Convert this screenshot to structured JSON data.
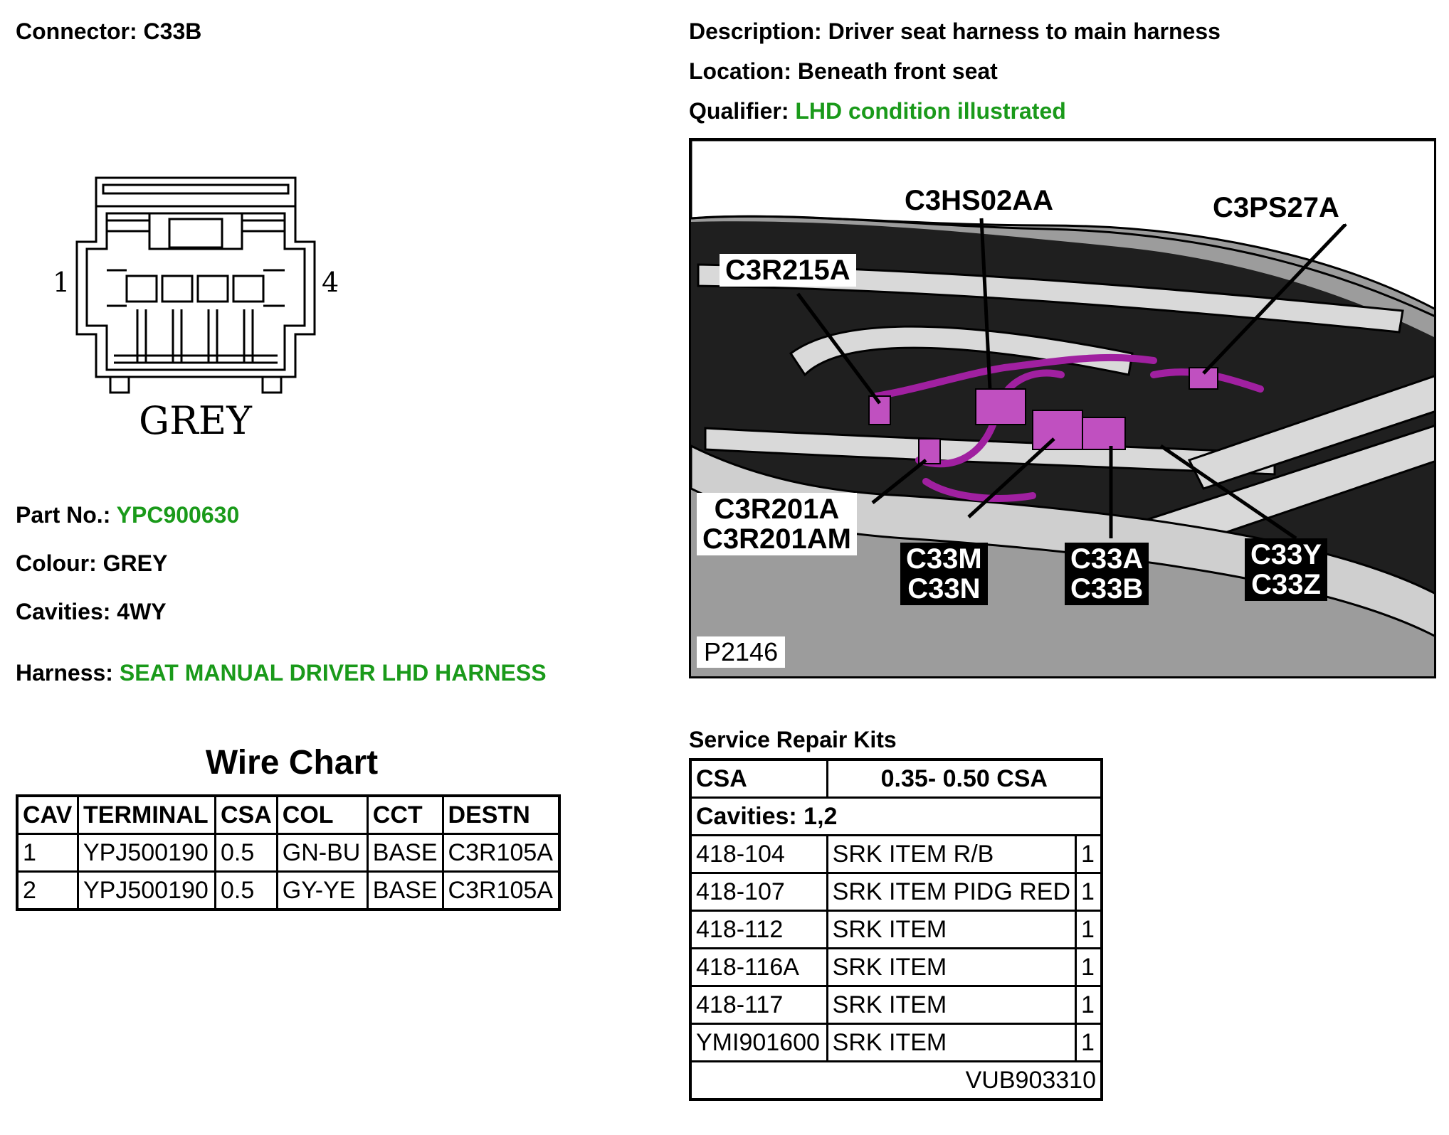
{
  "connector": {
    "label": "Connector:",
    "value": "C33B"
  },
  "description": {
    "label": "Description:",
    "value": "Driver seat harness to main harness"
  },
  "location": {
    "label": "Location:",
    "value": "Beneath front seat"
  },
  "qualifier": {
    "label": "Qualifier:",
    "value": "LHD condition illustrated"
  },
  "face": {
    "pin_left": "1",
    "pin_right": "4",
    "colour_text": "GREY"
  },
  "part_no": {
    "label": "Part No.:",
    "value": "YPC900630"
  },
  "colour": {
    "label": "Colour:",
    "value": "GREY"
  },
  "cavities": {
    "label": "Cavities:",
    "value": "4WY"
  },
  "harness": {
    "label": "Harness:",
    "value": "SEAT MANUAL DRIVER LHD HARNESS"
  },
  "photo": {
    "ref": "P2146",
    "callouts": {
      "c3hs02aa": "C3HS02AA",
      "c3ps27a": "C3PS27A",
      "c3r215a": "C3R215A",
      "c3r201a": "C3R201A",
      "c3r201am": "C3R201AM",
      "c33m": "C33M",
      "c33n": "C33N",
      "c33a": "C33A",
      "c33b": "C33B",
      "c33y": "C33Y",
      "c33z": "C33Z"
    }
  },
  "wire_chart": {
    "title": "Wire Chart",
    "headers": [
      "CAV",
      "TERMINAL",
      "CSA",
      "COL",
      "CCT",
      "DESTN"
    ],
    "rows": [
      [
        "1",
        "YPJ500190",
        "0.5",
        "GN-BU",
        "BASE",
        "C3R105A"
      ],
      [
        "2",
        "YPJ500190",
        "0.5",
        "GY-YE",
        "BASE",
        "C3R105A"
      ]
    ]
  },
  "kits": {
    "title": "Service Repair Kits",
    "csa_label": "CSA",
    "csa_value": "0.35- 0.50 CSA",
    "cavities": "Cavities: 1,2",
    "rows": [
      [
        "418-104",
        "SRK ITEM R/B",
        "1"
      ],
      [
        "418-107",
        "SRK ITEM PIDG RED",
        "1"
      ],
      [
        "418-112",
        "SRK ITEM",
        "1"
      ],
      [
        "418-116A",
        "SRK ITEM",
        "1"
      ],
      [
        "418-117",
        "SRK ITEM",
        "1"
      ],
      [
        "YMI901600",
        "SRK ITEM",
        "1"
      ]
    ],
    "footer": "VUB903310"
  },
  "colors": {
    "green": "#1a9a1a",
    "harness_magenta": "#a020a0",
    "photo_grey": "#9c9c9c"
  }
}
